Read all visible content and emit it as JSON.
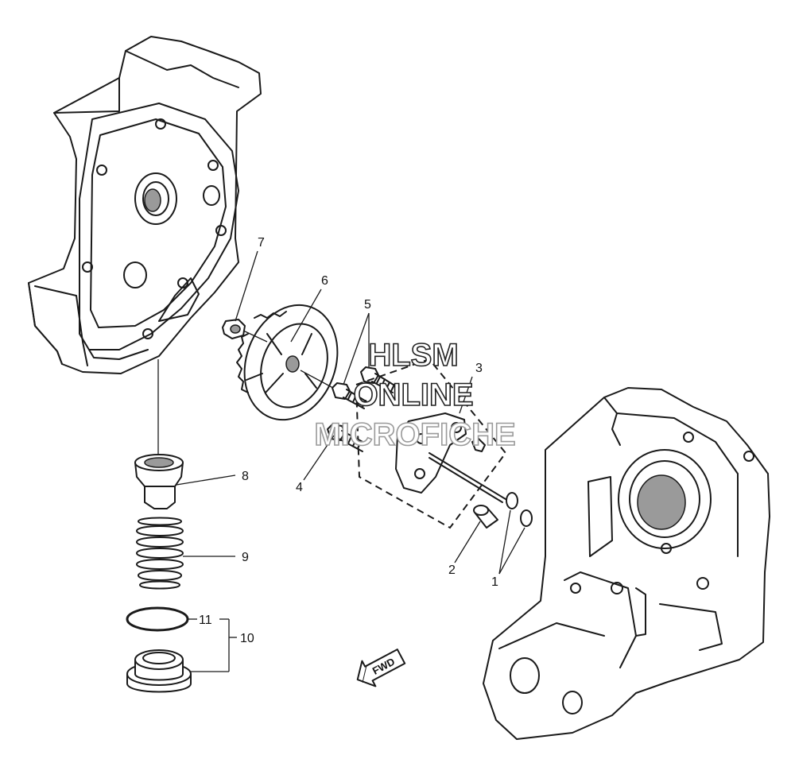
{
  "callouts": {
    "c1": "1",
    "c2": "2",
    "c3": "3",
    "c4": "4",
    "c5": "5",
    "c6": "6",
    "c7": "7",
    "c8": "8",
    "c9": "9",
    "c10": "10",
    "c11": "11"
  },
  "direction_label": "FWD",
  "watermark": {
    "line1": "HLSM",
    "line2": "ONLINE",
    "line3": "MICROFICHE"
  },
  "colors": {
    "ink": "#1a1a1a",
    "shade": "#9a9a9a",
    "background": "#ffffff"
  }
}
